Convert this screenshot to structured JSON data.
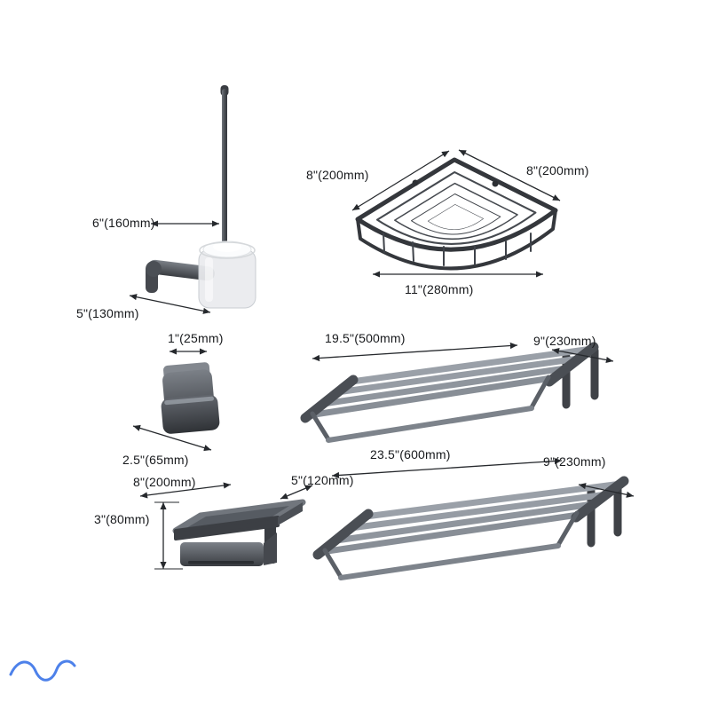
{
  "page": {
    "background": "#ffffff"
  },
  "colors": {
    "metal_dark": "#33363b",
    "metal_mid": "#4b4f55",
    "metal_light": "#878d95",
    "glass": "#e9ebee",
    "dimension_text": "#17191c",
    "dimension_line": "#26292d",
    "watermark_blue": "#2e6be6"
  },
  "items": {
    "toilet_brush": {
      "dim_width": "6\"(160mm)",
      "dim_base": "5\"(130mm)"
    },
    "corner_basket": {
      "dim_left": "8\"(200mm)",
      "dim_right": "8\"(200mm)",
      "dim_front": "11\"(280mm)"
    },
    "robe_hook": {
      "dim_top": "1\"(25mm)",
      "dim_length": "2.5\"(65mm)"
    },
    "towel_rack_small": {
      "dim_width": "19.5\"(500mm)",
      "dim_depth": "9\"(230mm)"
    },
    "paper_holder": {
      "dim_width": "8\"(200mm)",
      "dim_depth": "5\"(120mm)",
      "dim_height": "3\"(80mm)"
    },
    "towel_rack_large": {
      "dim_width": "23.5\"(600mm)",
      "dim_depth": "9\"(230mm)"
    }
  }
}
